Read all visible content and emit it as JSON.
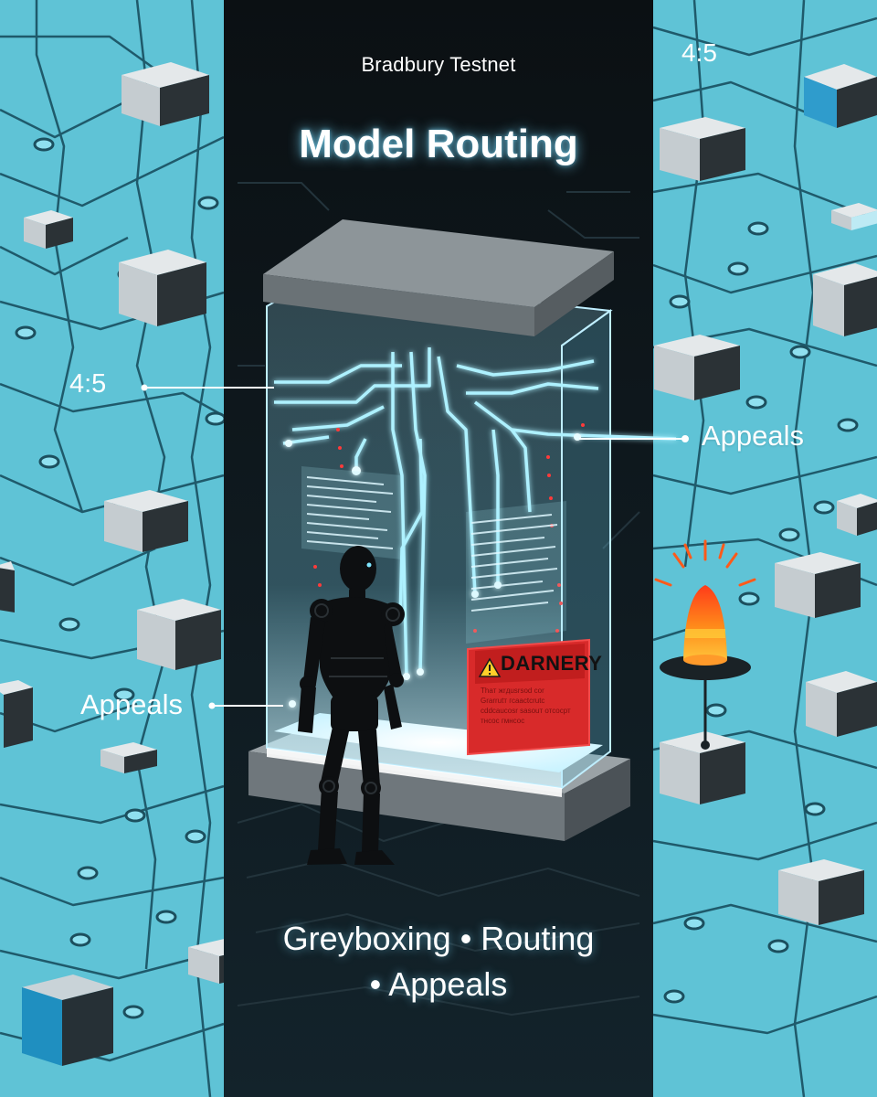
{
  "header": {
    "network_label": "Bradbury Testnet",
    "aspect_ratio_corner": "4:5",
    "title": "Model Routing"
  },
  "callouts": {
    "left_ratio": "4:5",
    "right_appeals": "Appeals",
    "left_appeals": "Appeals"
  },
  "warning_sign": {
    "title": "DARNERY",
    "body": "Thaт жrдusrsod соr Grаrrutт гсаасtсrutс сddсаuсosr sаsоuт отсосрт тнсос гмнсос"
  },
  "caption": {
    "line_1": "Greyboxing • Routing",
    "line_2": "• Appeals"
  },
  "colors": {
    "background_cyan": "#5fc3d6",
    "center_dark": "#0f1a20",
    "glow_cyan": "#7fe6ff",
    "warning_red": "#d82a2a",
    "beacon_orange": "#ff6a1a"
  },
  "icons": [
    "warning-triangle-icon",
    "alarm-beacon-icon",
    "humanoid-robot-icon"
  ]
}
